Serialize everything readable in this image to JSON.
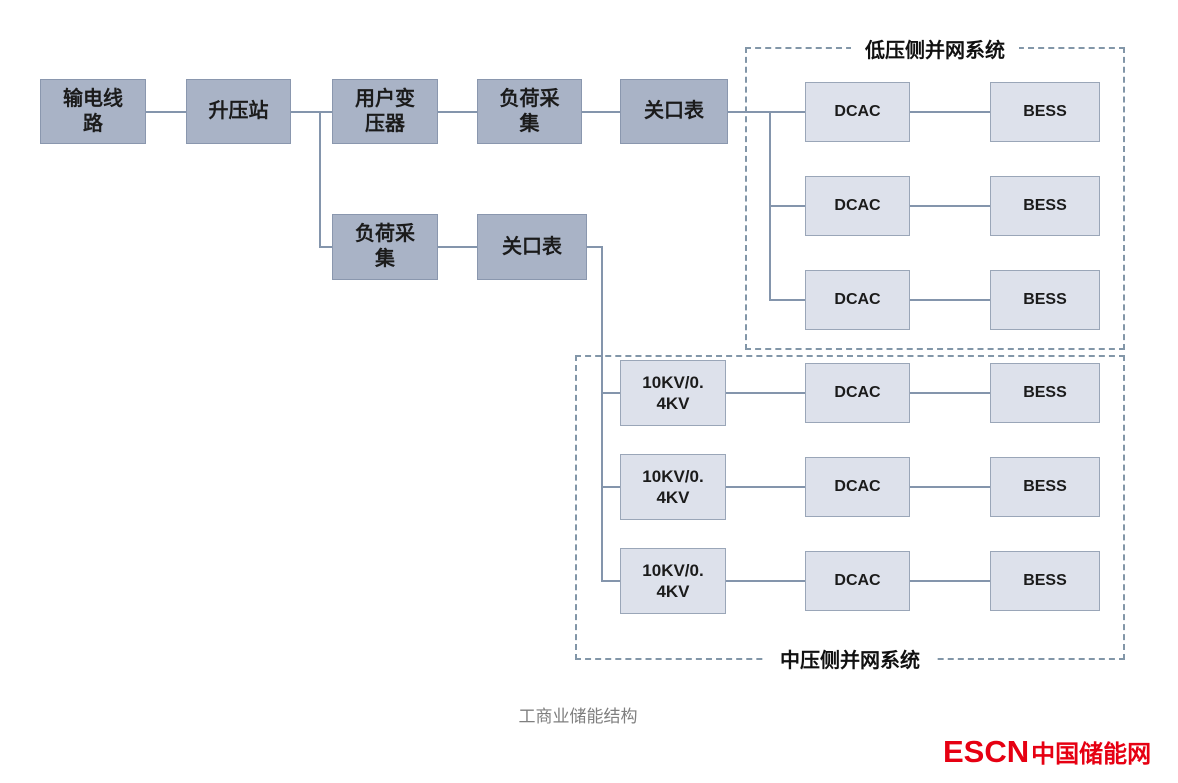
{
  "caption": "工商业储能结构",
  "brand": {
    "escn": "ESCN",
    "site_name": "中国储能网"
  },
  "colors": {
    "node-dark": "#a9b3c6",
    "node-dark-border": "#8a97ae",
    "node-light": "#dde1eb",
    "node-light-border": "#9aa6b8",
    "line": "#8495ac",
    "dash": "#8296a8",
    "text": "#1b1b1b",
    "caption": "#7f7f7f",
    "brand-red": "#e60012"
  },
  "chain": [
    {
      "label": "输电线\n路"
    },
    {
      "label": "升压站"
    },
    {
      "label": "用户变\n压器"
    },
    {
      "label": "负荷采\n集"
    },
    {
      "label": "关口表"
    }
  ],
  "branch": [
    {
      "label": "负荷采\n集"
    },
    {
      "label": "关口表"
    }
  ],
  "lv_system": {
    "title": "低压侧并网系统",
    "rows": [
      {
        "dcac": "DCAC",
        "bess": "BESS"
      },
      {
        "dcac": "DCAC",
        "bess": "BESS"
      },
      {
        "dcac": "DCAC",
        "bess": "BESS"
      }
    ]
  },
  "mv_system": {
    "title": "中压侧并网系统",
    "rows": [
      {
        "transformer": "10KV/0.\n4KV",
        "dcac": "DCAC",
        "bess": "BESS"
      },
      {
        "transformer": "10KV/0.\n4KV",
        "dcac": "DCAC",
        "bess": "BESS"
      },
      {
        "transformer": "10KV/0.\n4KV",
        "dcac": "DCAC",
        "bess": "BESS"
      }
    ]
  }
}
